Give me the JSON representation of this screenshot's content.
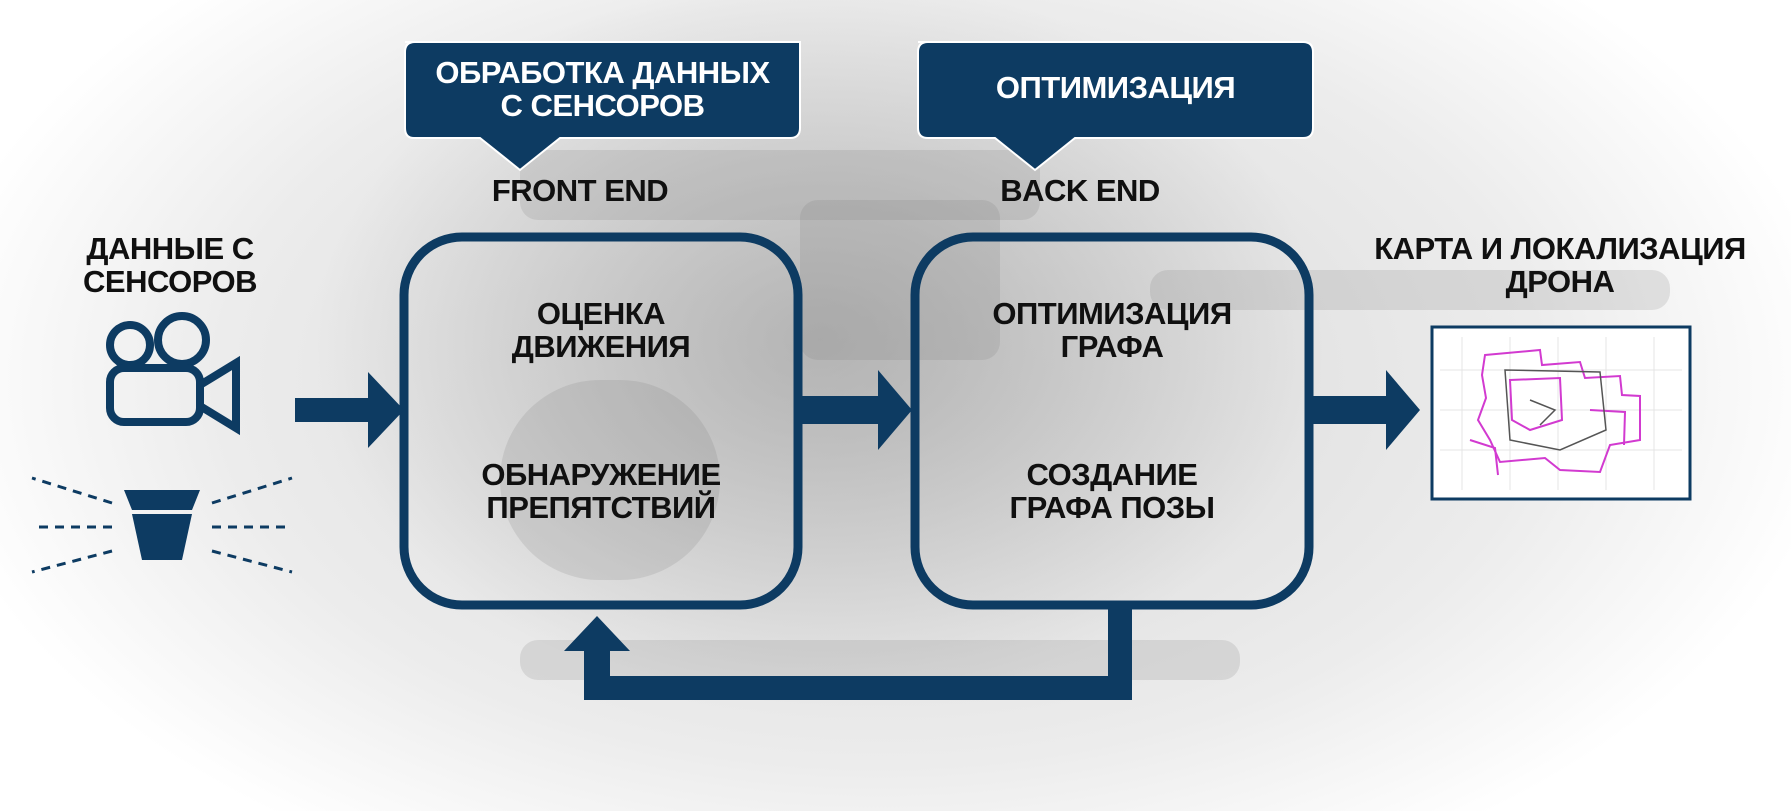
{
  "diagram": {
    "callouts": {
      "front": {
        "line1": "ОБРАБОТКА ДАННЫХ",
        "line2": "С СЕНСОРОВ"
      },
      "back": {
        "line1": "ОПТИМИЗАЦИЯ"
      }
    },
    "ends": {
      "front": "FRONT END",
      "back": "BACK END"
    },
    "input": {
      "line1": "ДАННЫЕ С",
      "line2": "СЕНСОРОВ"
    },
    "front_box": {
      "item1": {
        "line1": "ОЦЕНКА",
        "line2": "ДВИЖЕНИЯ"
      },
      "item2": {
        "line1": "ОБНАРУЖЕНИЕ",
        "line2": "ПРЕПЯТСТВИЙ"
      }
    },
    "back_box": {
      "item1": {
        "line1": "ОПТИМИЗАЦИЯ",
        "line2": "ГРАФА"
      },
      "item2": {
        "line1": "СОЗДАНИЕ",
        "line2": "ГРАФА ПОЗЫ"
      }
    },
    "output": {
      "line1": "КАРТА И ЛОКАЛИЗАЦИЯ",
      "line2": "ДРОНА"
    },
    "icons": {
      "camera": "video-camera-icon",
      "lidar": "lidar-sensor-icon",
      "map": "map-thumbnail-icon"
    },
    "colors": {
      "primary": "#0d3b62",
      "text": "#101010",
      "map_trace": "#d23ad0"
    }
  }
}
